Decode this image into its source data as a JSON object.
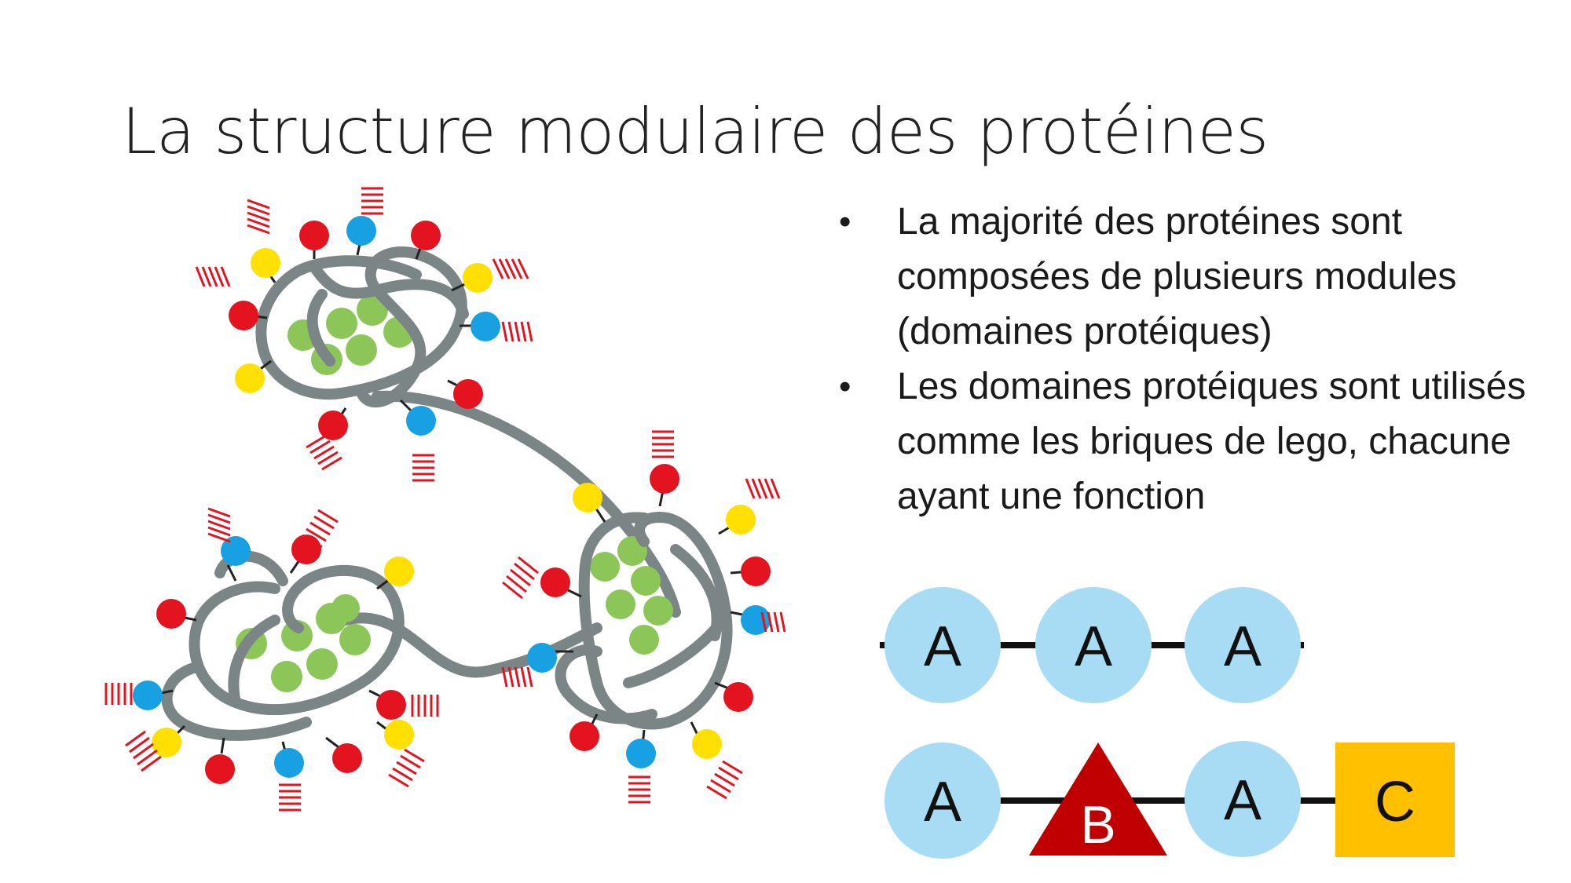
{
  "slide": {
    "title": "La structure modulaire des protéines",
    "bullets": [
      "La majorité des protéines sont composées de plusieurs modules (domaines protéiques)",
      "Les domaines protéiques sont utilisés comme les briques de lego, chacune ayant une fonction"
    ],
    "bullet_marker": "•"
  },
  "diagram": {
    "row1": [
      "A",
      "A",
      "A"
    ],
    "row2": [
      "A",
      "B",
      "A",
      "C"
    ]
  },
  "colors": {
    "chain": "#7c8585",
    "core": "#8cc659",
    "red": "#e3131f",
    "yellow": "#ffe000",
    "blue": "#17a1e3",
    "module_a": "#a8dcf5",
    "module_b": "#c00000",
    "module_c": "#ffc000"
  },
  "icons": {
    "protein": "protein-illustration",
    "domain_a": "circle",
    "domain_b": "triangle",
    "domain_c": "square"
  }
}
